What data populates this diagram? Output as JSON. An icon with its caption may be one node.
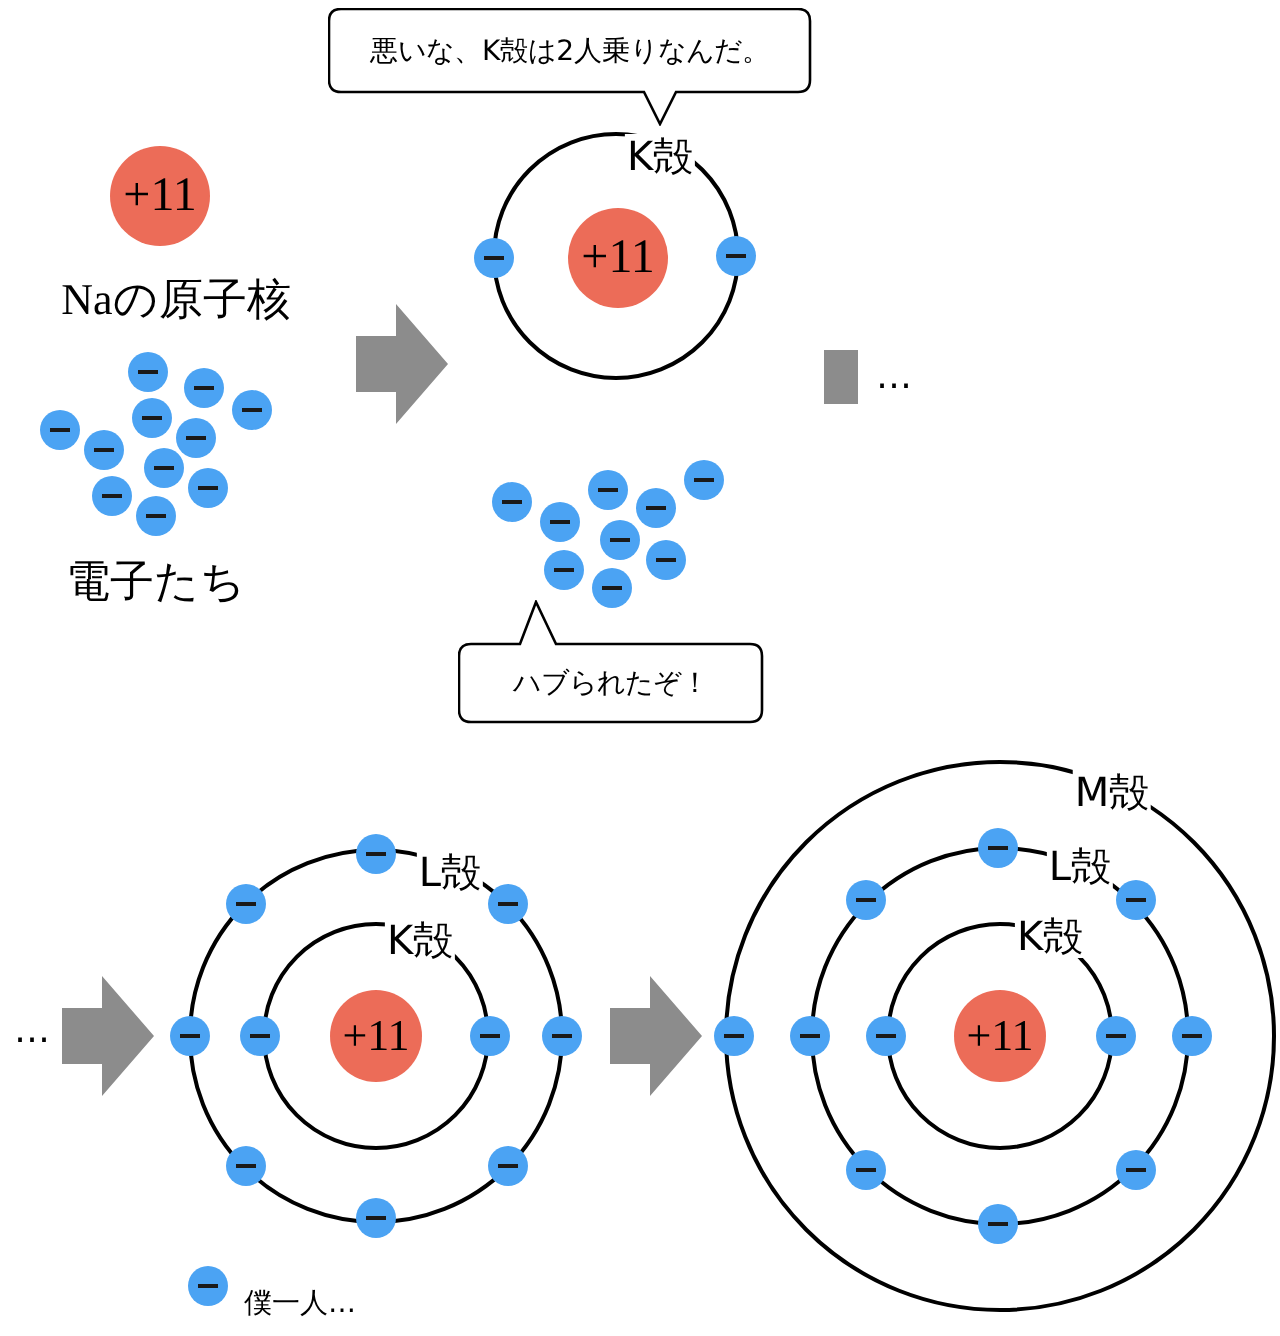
{
  "diagram": {
    "nodes": [
      {
        "text": [
          "+11"
        ],
        "beside": [
          "Naの原子核"
        ]
      },
      {
        "text": [
          "悪いな、K殻は2人乗りなんだ。"
        ]
      },
      {
        "text": [
          "+11"
        ]
      },
      {
        "text": [
          "ハブられたぞ！"
        ]
      },
      {
        "text": [
          "+11"
        ]
      },
      {
        "text": [
          "+11"
        ]
      }
    ],
    "labels": [
      "K殻",
      "…",
      "電子たち",
      "M殻",
      "L殻",
      "L殻",
      "K殻",
      "…",
      "K殻",
      "僕一人…"
    ]
  }
}
